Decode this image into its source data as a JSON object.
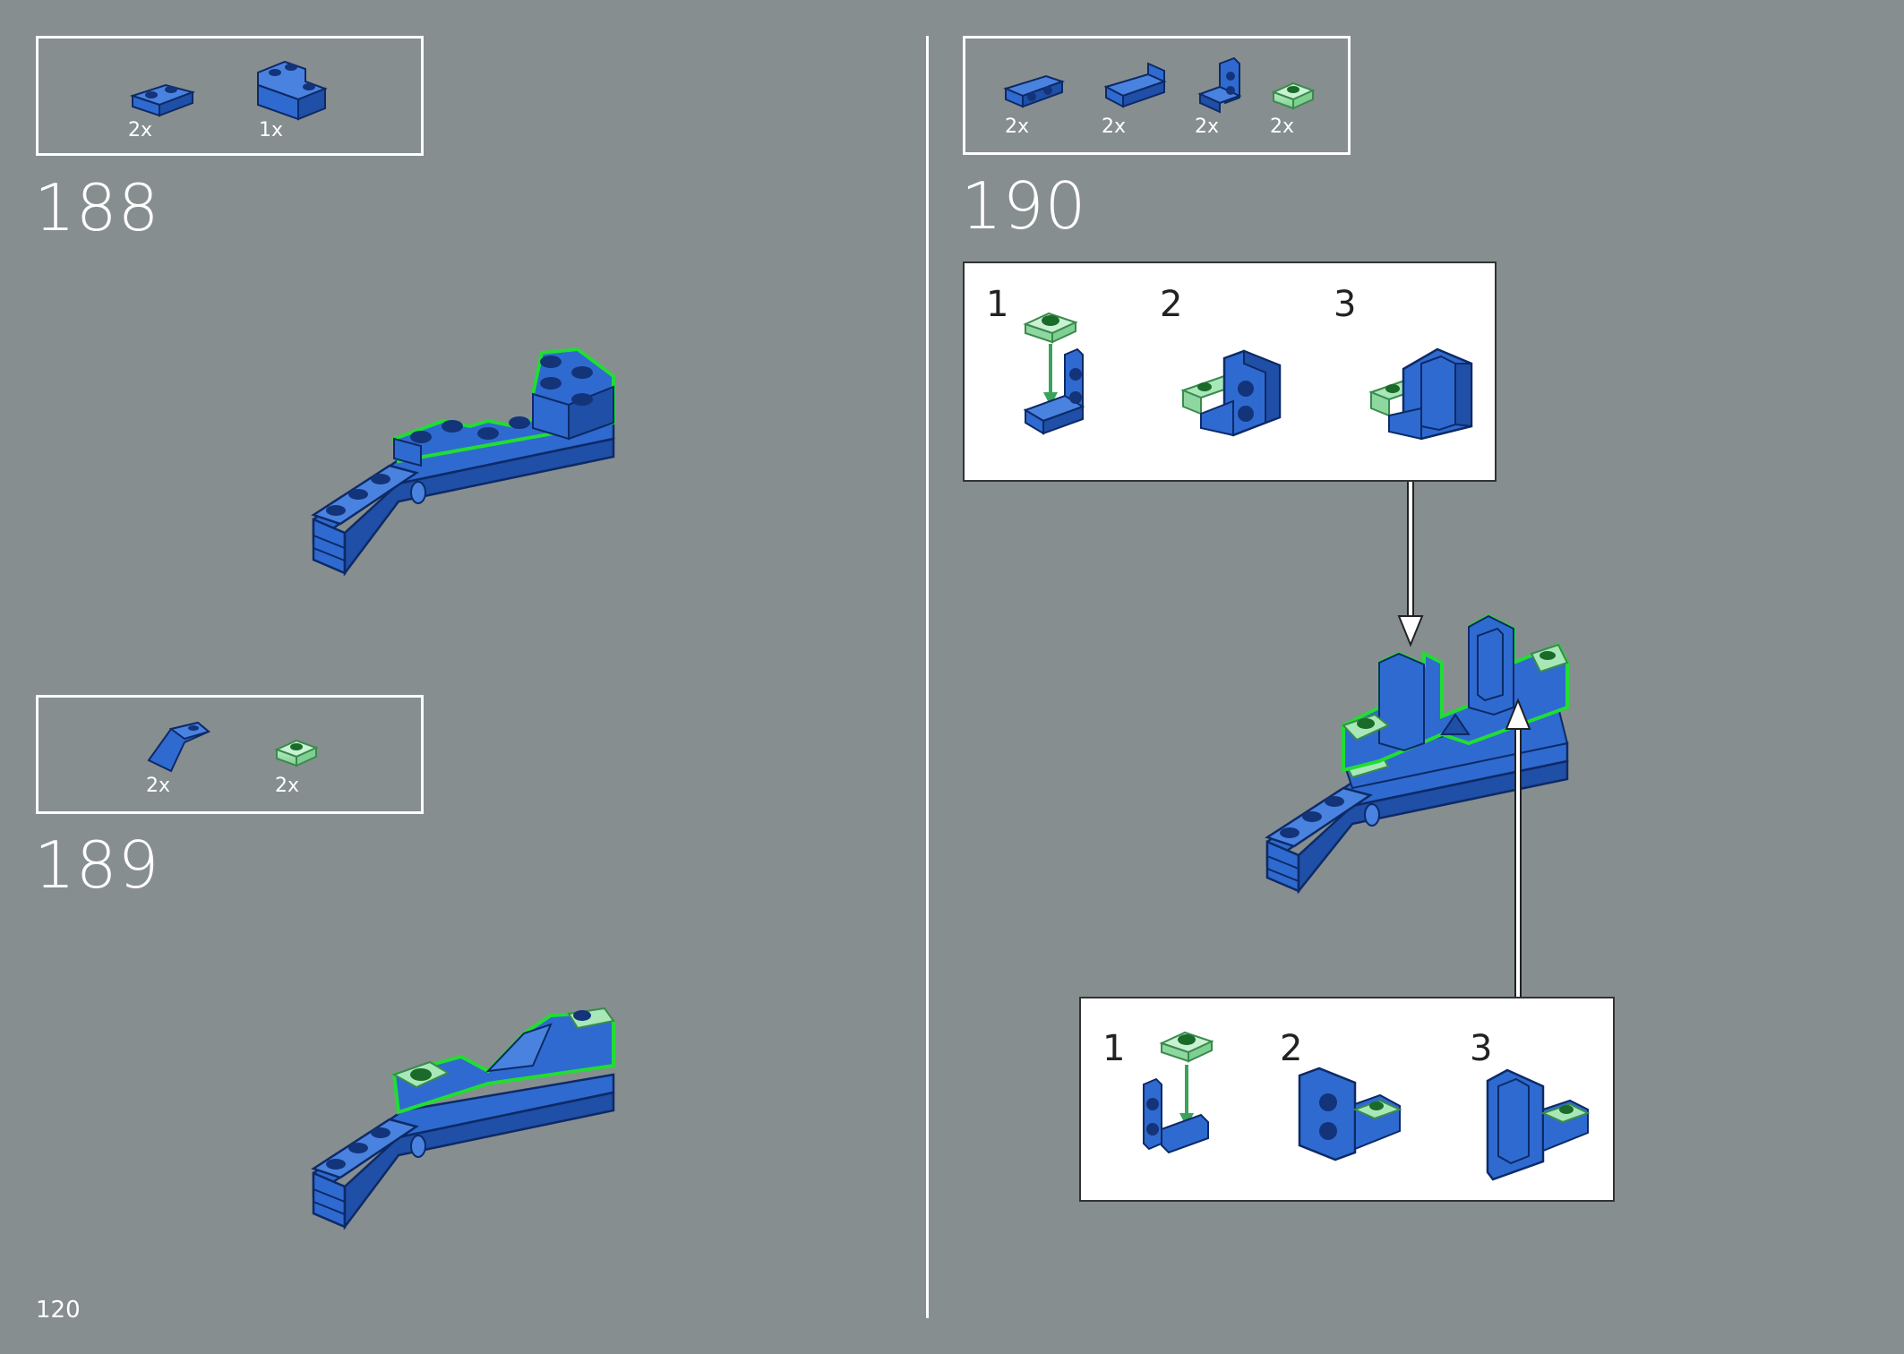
{
  "page": {
    "number": "120"
  },
  "steps": [
    {
      "number": "188",
      "parts": [
        {
          "icon": "blue-plate-1x2-icon",
          "qty": "2x"
        },
        {
          "icon": "blue-corner-brick-icon",
          "qty": "1x"
        }
      ]
    },
    {
      "number": "189",
      "parts": [
        {
          "icon": "blue-slope-curved-icon",
          "qty": "2x"
        },
        {
          "icon": "trans-green-plate-1x1-icon",
          "qty": "2x"
        }
      ]
    },
    {
      "number": "190",
      "parts": [
        {
          "icon": "blue-bracket-double-stud-icon",
          "qty": "2x"
        },
        {
          "icon": "blue-panel-icon",
          "qty": "2x"
        },
        {
          "icon": "blue-bracket-vertical-icon",
          "qty": "2x"
        },
        {
          "icon": "trans-green-plate-1x1-icon",
          "qty": "2x"
        }
      ],
      "callout_top": {
        "substeps": [
          "1",
          "2",
          "3"
        ]
      },
      "callout_bottom": {
        "substeps": [
          "1",
          "2",
          "3"
        ]
      }
    }
  ],
  "colors": {
    "background": "#878e90",
    "brick_blue": "#2f6ad0",
    "brick_blue_dark": "#1f4fa6",
    "highlight_green": "#22dd33",
    "trans_green": "#8fd7a0"
  }
}
